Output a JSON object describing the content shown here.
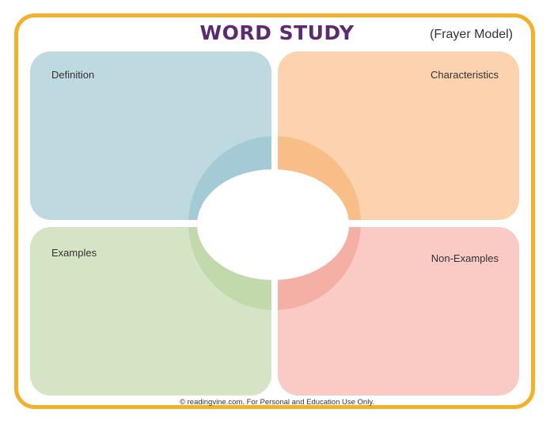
{
  "header": {
    "title": "WORD STUDY",
    "subtitle": "(Frayer Model)"
  },
  "quadrants": {
    "definition": {
      "label": "Definition",
      "color": "#bfd9e1",
      "ring_color": "#a4cbd5"
    },
    "characteristics": {
      "label": "Characteristics",
      "color": "#fcd3ae",
      "ring_color": "#f9bd87"
    },
    "examples": {
      "label": "Examples",
      "color": "#d4e4c4",
      "ring_color": "#c2d9ab"
    },
    "non_examples": {
      "label": "Non-Examples",
      "color": "#f9cbc4",
      "ring_color": "#f5b0a6"
    }
  },
  "center": {
    "word": ""
  },
  "footer": {
    "text": "© readingvine.com. For Personal and Education Use Only."
  },
  "colors": {
    "border": "#f3b12a",
    "title": "#5c2a6e"
  }
}
